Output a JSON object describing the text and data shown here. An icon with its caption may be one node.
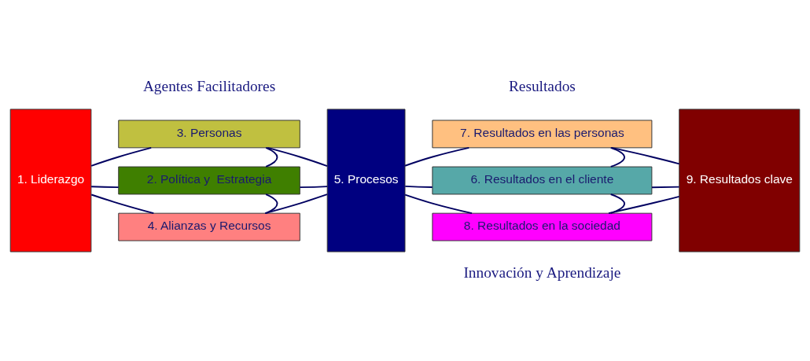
{
  "diagram": {
    "nodes": [
      {
        "text": [
          "1. Liderazgo"
        ]
      },
      {
        "text": [
          "3. Personas"
        ]
      },
      {
        "text": [
          "2. Política y  Estrategia"
        ]
      },
      {
        "text": [
          "4. Alianzas y Recursos"
        ]
      },
      {
        "text": [
          "5. Procesos"
        ]
      },
      {
        "text": [
          "7. Resultados en las personas"
        ]
      },
      {
        "text": [
          "6. Resultados en el cliente"
        ]
      },
      {
        "text": [
          "8. Resultados en la sociedad"
        ]
      },
      {
        "text": [
          "9. Resultados clave"
        ]
      }
    ],
    "edges": [
      {
        "from": 0,
        "to": 1,
        "arrow": "none"
      },
      {
        "from": 0,
        "to": 2,
        "arrow": "none"
      },
      {
        "from": 0,
        "to": 3,
        "arrow": "none"
      },
      {
        "from": 1,
        "to": 2,
        "arrow": "none"
      },
      {
        "from": 2,
        "to": 3,
        "arrow": "none"
      },
      {
        "from": 1,
        "to": 4,
        "arrow": "none"
      },
      {
        "from": 2,
        "to": 4,
        "arrow": "none"
      },
      {
        "from": 3,
        "to": 4,
        "arrow": "none"
      },
      {
        "from": 4,
        "to": 5,
        "arrow": "none"
      },
      {
        "from": 4,
        "to": 6,
        "arrow": "none"
      },
      {
        "from": 4,
        "to": 7,
        "arrow": "none"
      },
      {
        "from": 5,
        "to": 6,
        "arrow": "none"
      },
      {
        "from": 6,
        "to": 7,
        "arrow": "none"
      },
      {
        "from": 5,
        "to": 8,
        "arrow": "none"
      },
      {
        "from": 6,
        "to": 8,
        "arrow": "none"
      },
      {
        "from": 7,
        "to": 8,
        "arrow": "none"
      }
    ],
    "labels": [
      "Agentes Facilitadores",
      "Resultados",
      "Innovación y Aprendizaje"
    ]
  }
}
